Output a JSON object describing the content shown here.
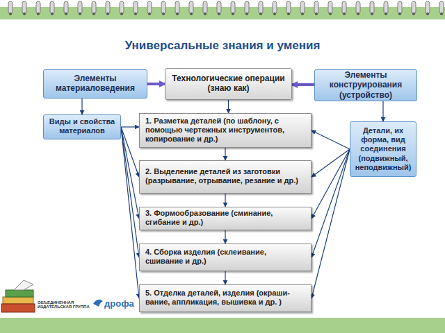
{
  "diagram": {
    "title": "Универсальные знания и умения",
    "nodes": [
      {
        "text": [
          "Элементы материаловедения"
        ]
      },
      {
        "text": [
          "Технологические операции (знаю как)"
        ]
      },
      {
        "text": [
          "Элементы конструирования (устройство)"
        ]
      },
      {
        "text": [
          "Виды и свойства материалов"
        ]
      },
      {
        "text": [
          "1. Разметка деталей (по шаблону, с помощью чертежных инструментов, копирование и др.)"
        ]
      },
      {
        "text": [
          "2. Выделение деталей из заготовки (разрывание, отрывание, резание и др.)"
        ]
      },
      {
        "text": [
          "3. Формообразование (сминание, сгибание и др.)"
        ]
      },
      {
        "text": [
          "4. Сборка изделия (склеивание, сшивание и др.)"
        ]
      },
      {
        "text": [
          "5. Отделка деталей, изделия (окраши- вание, аппликация, вышивка и др. )"
        ]
      },
      {
        "text": [
          "Детали, их форма, вид соединения (подвижный, неподвижный)"
        ]
      }
    ],
    "edges": [
      {
        "from": 0,
        "to": 1,
        "arrow": "to"
      },
      {
        "from": 2,
        "to": 1,
        "arrow": "to"
      },
      {
        "from": 0,
        "to": 3,
        "arrow": "to"
      },
      {
        "from": 1,
        "to": 4,
        "arrow": "to"
      },
      {
        "from": 4,
        "to": 5,
        "arrow": "to"
      },
      {
        "from": 5,
        "to": 6,
        "arrow": "to"
      },
      {
        "from": 6,
        "to": 7,
        "arrow": "to"
      },
      {
        "from": 7,
        "to": 8,
        "arrow": "to"
      },
      {
        "from": 3,
        "to": 4,
        "arrow": "to"
      },
      {
        "from": 3,
        "to": 5,
        "arrow": "to"
      },
      {
        "from": 3,
        "to": 6,
        "arrow": "to"
      },
      {
        "from": 3,
        "to": 7,
        "arrow": "to"
      },
      {
        "from": 3,
        "to": 8,
        "arrow": "to"
      },
      {
        "from": 2,
        "to": 9,
        "arrow": "to"
      },
      {
        "from": 9,
        "to": 4,
        "arrow": "to"
      },
      {
        "from": 9,
        "to": 5,
        "arrow": "to"
      },
      {
        "from": 9,
        "to": 6,
        "arrow": "to"
      },
      {
        "from": 9,
        "to": 7,
        "arrow": "to"
      },
      {
        "from": 9,
        "to": 8,
        "arrow": "to"
      }
    ],
    "labels": [
      "ОБЪЕДИНЕННАЯ ИЗДАТЕЛЬСКАЯ ГРУППА",
      "дрофа"
    ]
  }
}
